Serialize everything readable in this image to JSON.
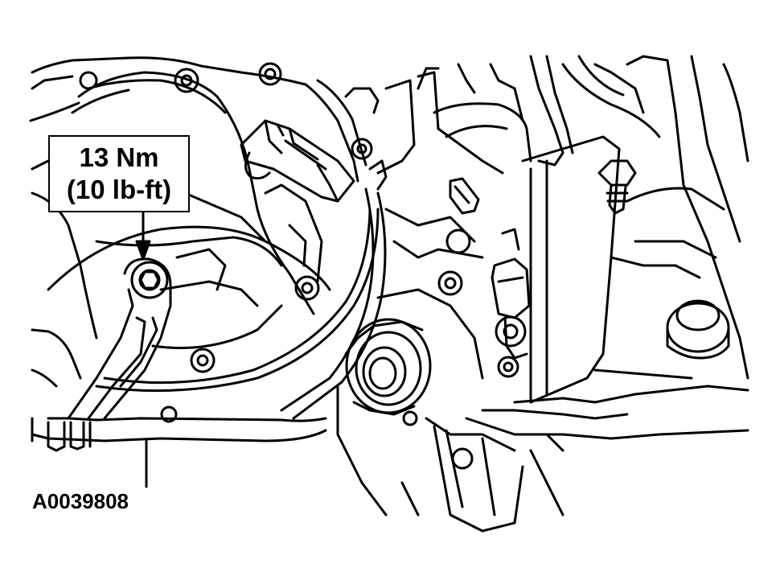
{
  "callout": {
    "torque_metric": "13 Nm",
    "torque_imperial": "(10 lb-ft)"
  },
  "figure_id": "A0039808",
  "icons": [
    "bolt-icon",
    "connector-icon",
    "seal-icon",
    "bracket-icon",
    "tube-icon"
  ],
  "colors": {
    "line": "#000000",
    "background": "#ffffff"
  }
}
